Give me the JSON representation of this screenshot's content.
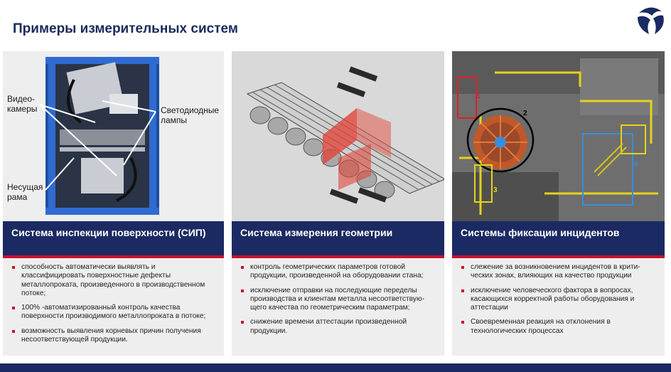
{
  "page_title": "Примеры измерительных систем",
  "brand_colors": {
    "navy": "#1b2a63",
    "red": "#c8102e",
    "accent_blue": "#3a8dde"
  },
  "panels": [
    {
      "heading": "Система инспекции поверхности (СИП)",
      "image_labels": {
        "cameras": "Видео-\nкамеры",
        "leds": "Светодиодные\nлампы",
        "frame": "Несущая\nрама"
      },
      "bullets": [
        "способность автоматически выявлять и классифицировать поверхностные дефекты металлопроката, произведенного в производственном потоке;",
        "100% -автоматизированный контроль качества поверхности производимого металлопроката в потоке;",
        "возможность выявления корневых причин получения несоответствующей продукции."
      ]
    },
    {
      "heading": "Система измерения геометрии",
      "bullets": [
        "контроль геометрических параметров готовой продукции, произведенной на оборудовании стана;",
        "исключение отправки на последующие переделы производства и клиентам металла несоответствую-щего качества по геометрическим параметрам;",
        "снижение времени аттестации произведенной продукции."
      ]
    },
    {
      "heading": "Системы фиксации инцидентов",
      "image_labels": {
        "z1": "1",
        "z2": "2",
        "z3": "3",
        "z4": "4"
      },
      "bullets": [
        "слежение за возникновением инцидентов в крити-ческих зонах, влияющих на качество продукции",
        "исключение человеческого фактора в вопросах, касающихся корректной работы оборудования и аттестации",
        "Своевременная реакция на отклонения в технологических процессах"
      ]
    }
  ]
}
